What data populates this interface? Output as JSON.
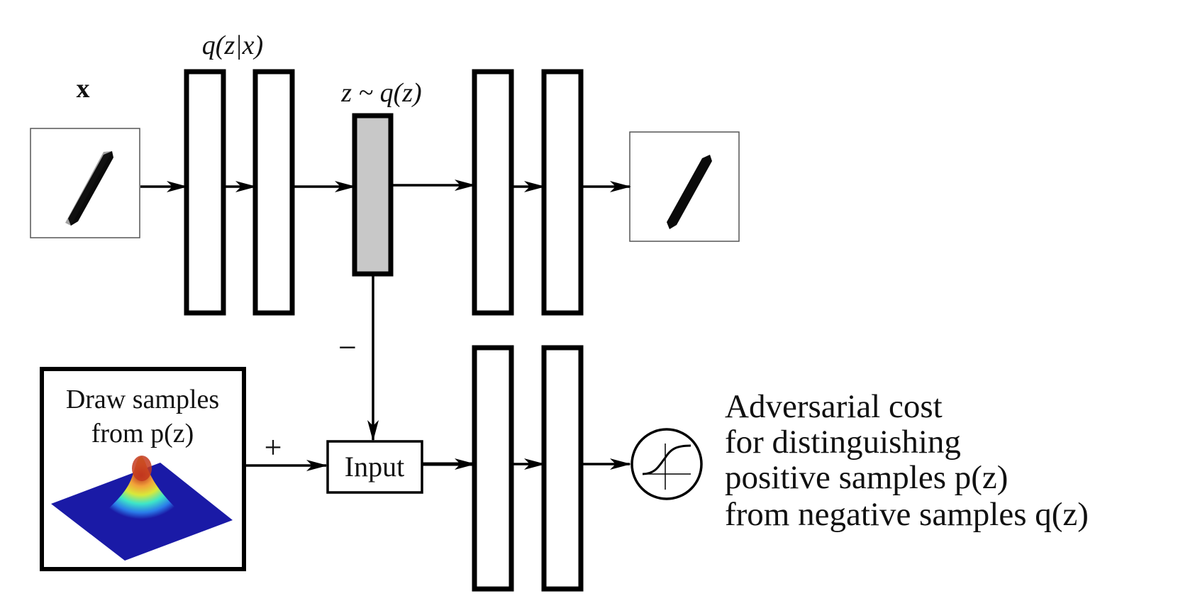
{
  "labels": {
    "input_x": "x",
    "encoder_q": "q(z|x)",
    "latent": "z ~ q(z)",
    "minus_sign": "−",
    "plus_sign": "+",
    "input_box": "Input",
    "prior_line1": "Draw samples",
    "prior_line2": "from p(z)"
  },
  "cost_text": [
    "Adversarial cost",
    "for distinguishing",
    "positive samples p(z)",
    "from negative samples q(z)"
  ],
  "colors": {
    "stroke": "#000000",
    "latent_fill": "#c8c8c8",
    "prior_plane": "#1a1aa6"
  }
}
